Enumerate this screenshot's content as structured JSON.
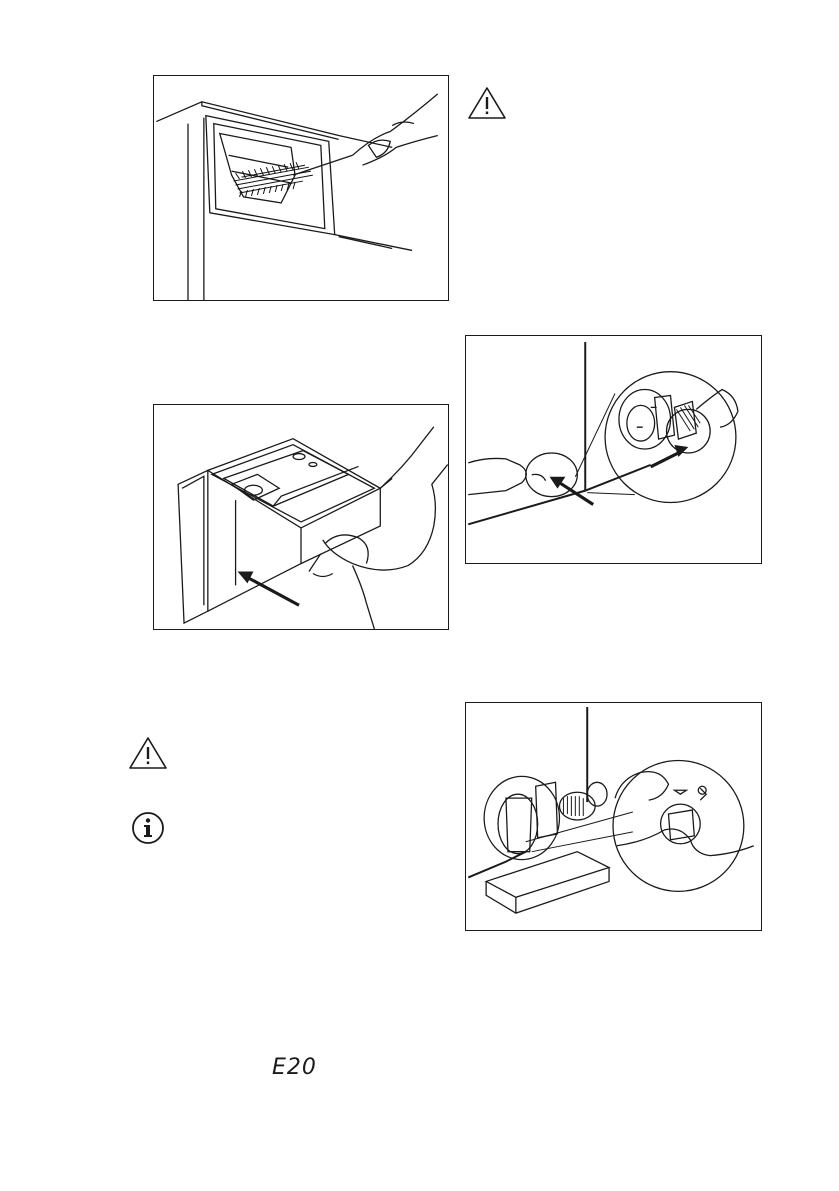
{
  "figures": [
    {
      "id": "brush-dispenser",
      "description_icon": "cleaning-brush"
    },
    {
      "id": "remove-dispenser",
      "description_icon": "drawer-arrow"
    },
    {
      "id": "open-filter-flap",
      "description_icon": "pump-flap"
    },
    {
      "id": "drain-filter",
      "description_icon": "filter-drain"
    }
  ],
  "icons": {
    "warning_top": "warning-triangle-icon",
    "warning_mid": "warning-triangle-icon",
    "info": "info-icon"
  },
  "display_code": "E20"
}
